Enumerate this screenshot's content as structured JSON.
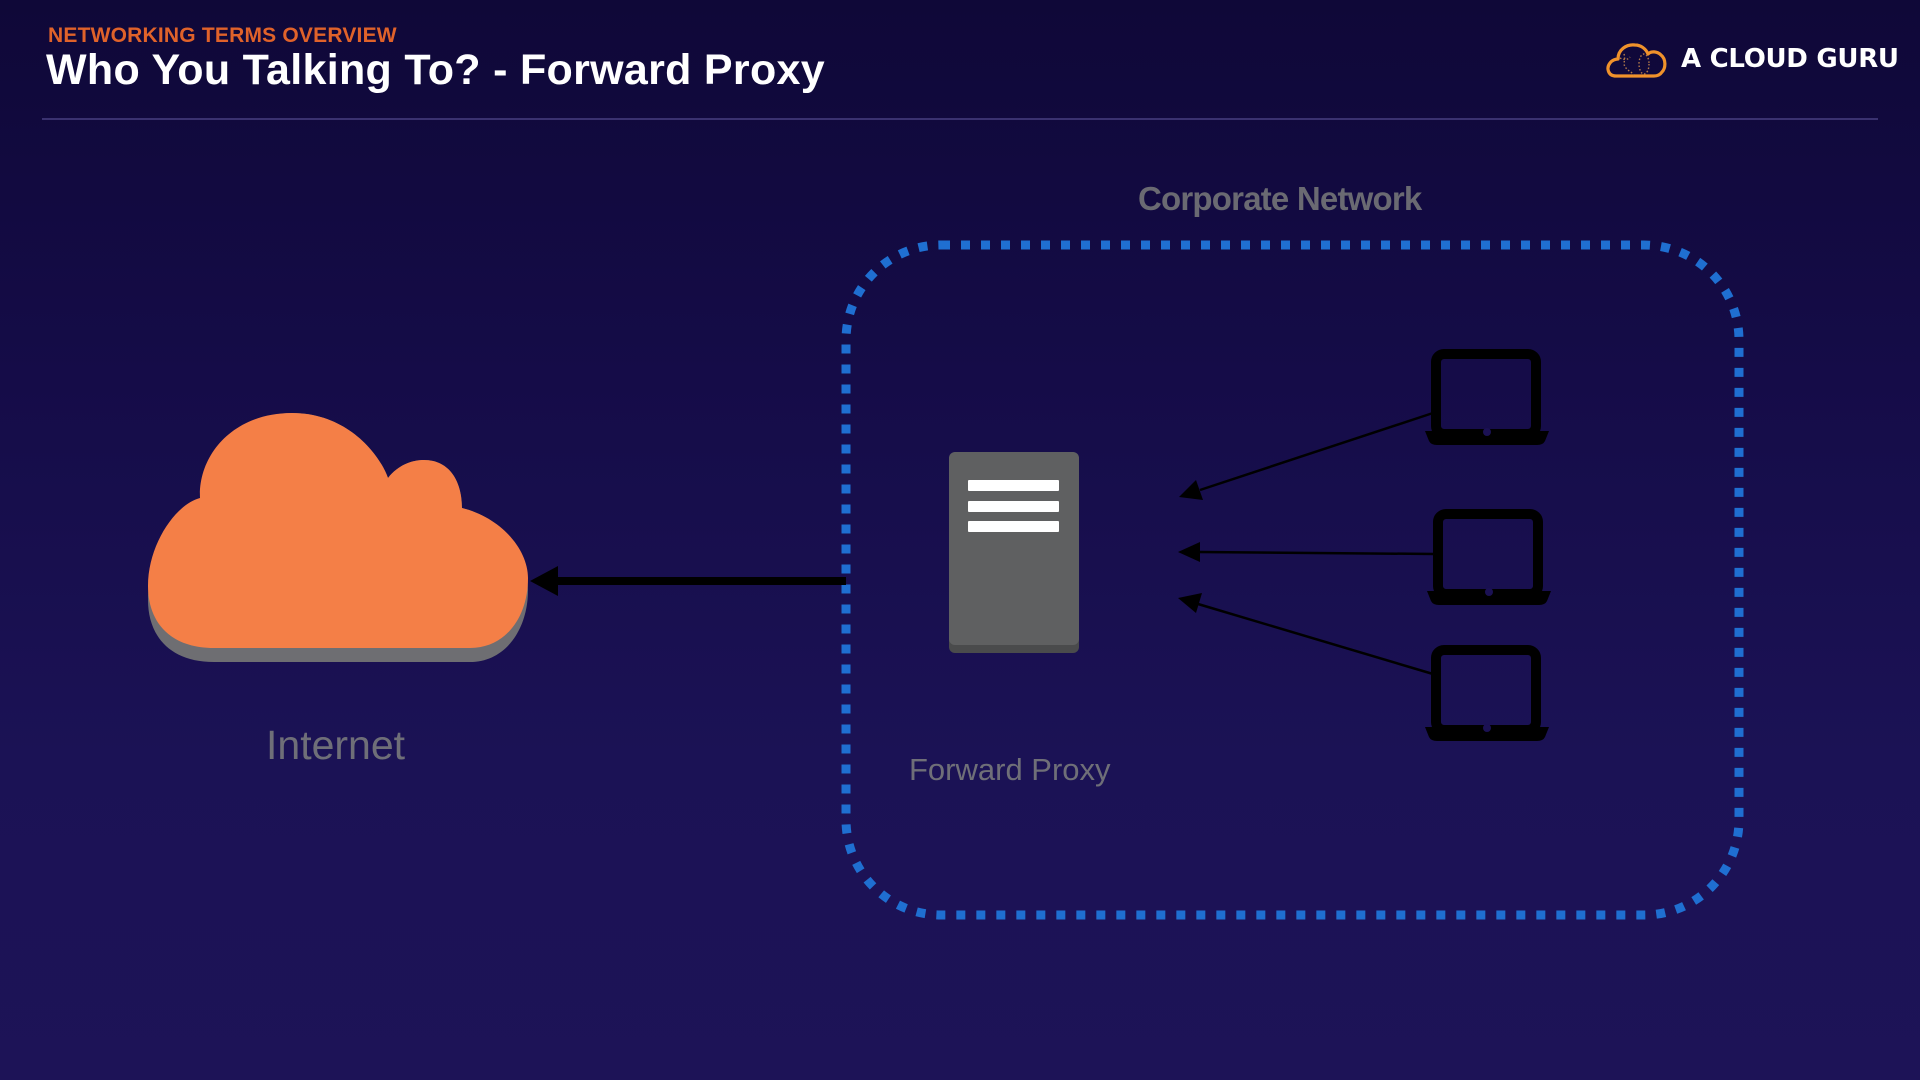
{
  "header": {
    "eyebrow": "NETWORKING TERMS OVERVIEW",
    "title": "Who You Talking To? - Forward Proxy"
  },
  "brand": {
    "name": "A CLOUD GURU",
    "icon": "cloud-logo-icon",
    "color": "#f0922b"
  },
  "diagram": {
    "network_label": "Corporate Network",
    "internet_label": "Internet",
    "proxy_label": "Forward Proxy",
    "nodes": [
      {
        "id": "internet",
        "type": "cloud",
        "icon": "cloud-icon",
        "color": "#f47f47"
      },
      {
        "id": "proxy",
        "type": "server",
        "icon": "server-icon",
        "color": "#5f6061"
      },
      {
        "id": "client-1",
        "type": "laptop",
        "icon": "laptop-icon"
      },
      {
        "id": "client-2",
        "type": "laptop",
        "icon": "laptop-icon"
      },
      {
        "id": "client-3",
        "type": "laptop",
        "icon": "laptop-icon"
      }
    ],
    "edges": [
      {
        "from": "proxy",
        "to": "internet"
      },
      {
        "from": "client-1",
        "to": "proxy"
      },
      {
        "from": "client-2",
        "to": "proxy"
      },
      {
        "from": "client-3",
        "to": "proxy"
      }
    ],
    "boundary_color": "#1f6fd1"
  }
}
